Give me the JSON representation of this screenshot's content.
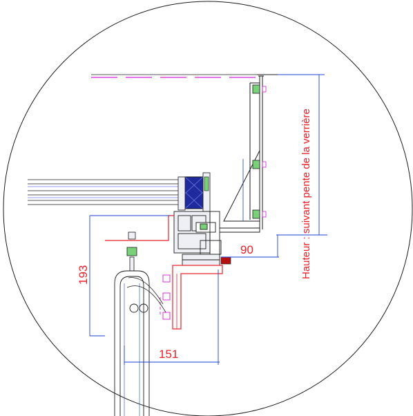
{
  "colors": {
    "line": "#1a1a1a",
    "dimension": "#e8202a",
    "guide": "#1a3fd6",
    "accent": "#d41fd4",
    "profile_fill": "#eef0f6",
    "insulation_fill": "#1e2a9e",
    "seal": "#b51010"
  },
  "dimensions": {
    "width_top": "90",
    "height_left": "193",
    "width_bottom": "151",
    "height_note": "Hauteur : suivant pente de la verrière"
  }
}
